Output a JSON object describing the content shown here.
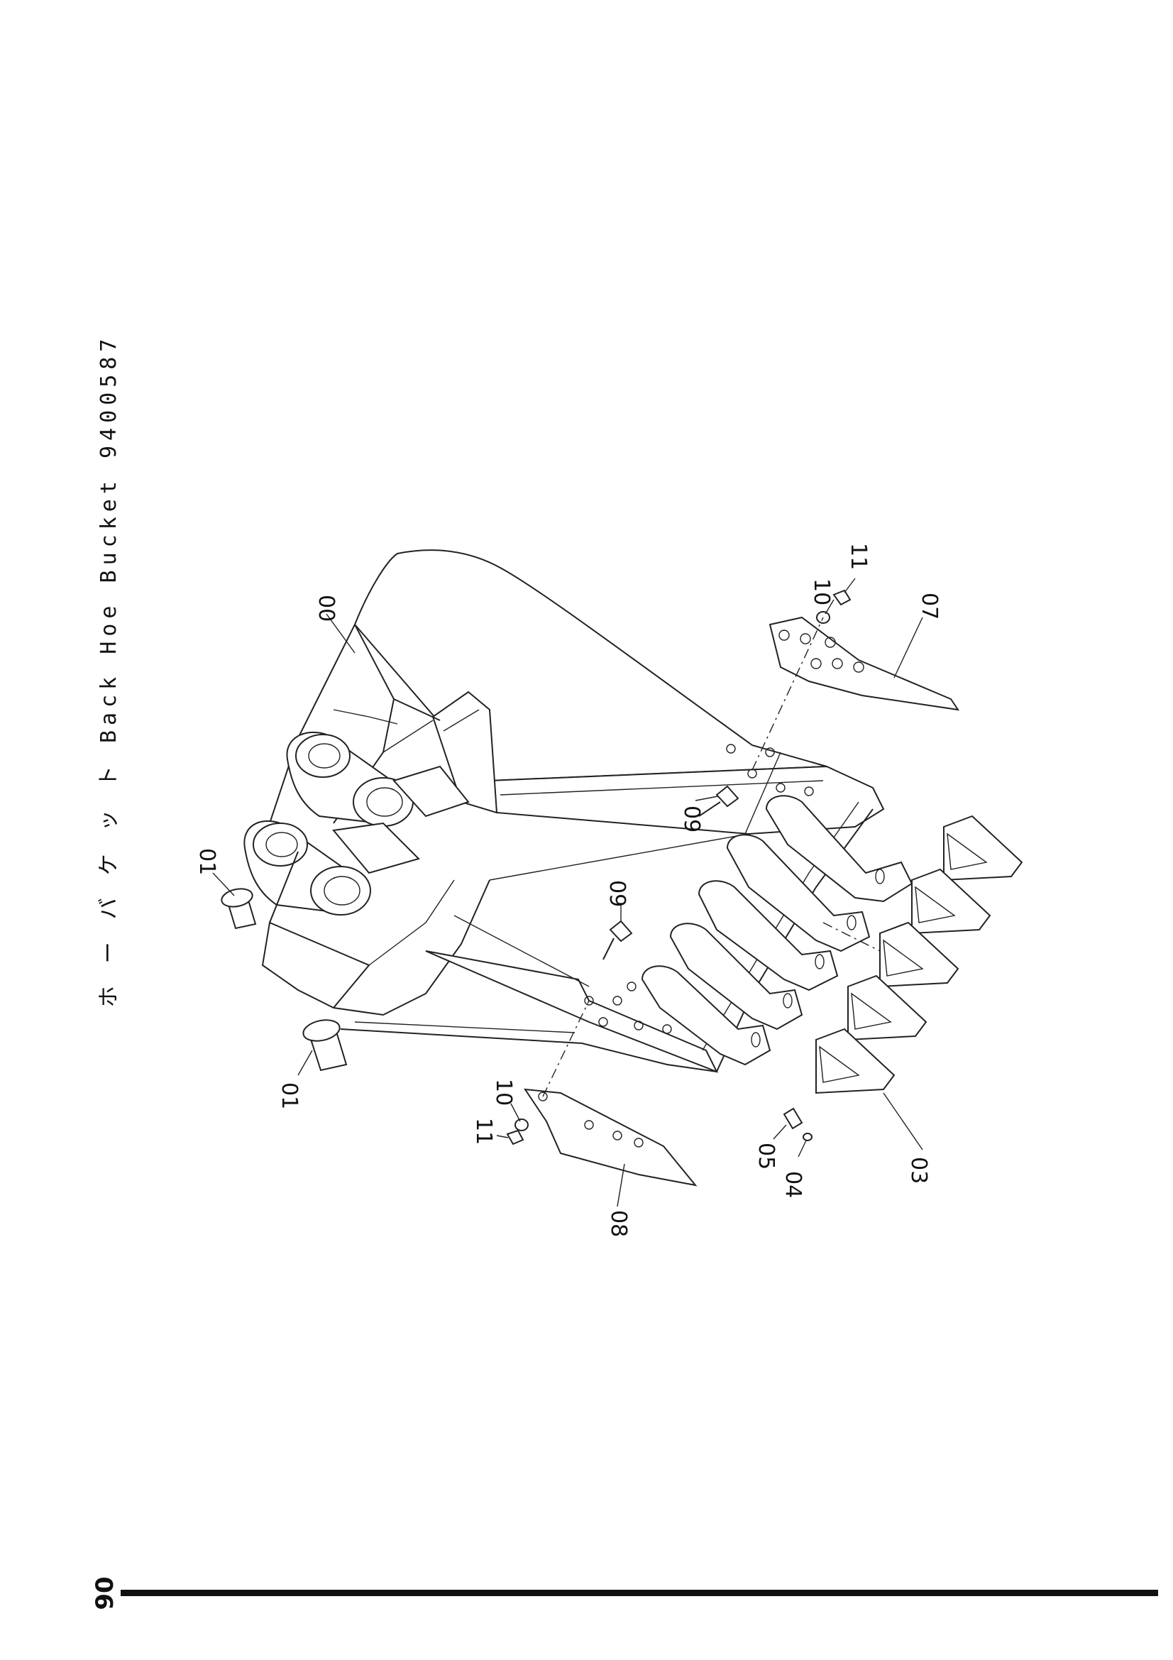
{
  "title": "ホ ー バ ケ ッ ト  Back Hoe Bucket 9400587",
  "page_number": "90",
  "callouts": {
    "c00": "00",
    "c01a": "01",
    "c01b": "01",
    "c03": "03",
    "c04": "04",
    "c05": "05",
    "c07": "07",
    "c08": "08",
    "c09a": "09",
    "c09b": "09",
    "c10a": "10",
    "c10b": "10",
    "c11a": "11",
    "c11b": "11"
  }
}
